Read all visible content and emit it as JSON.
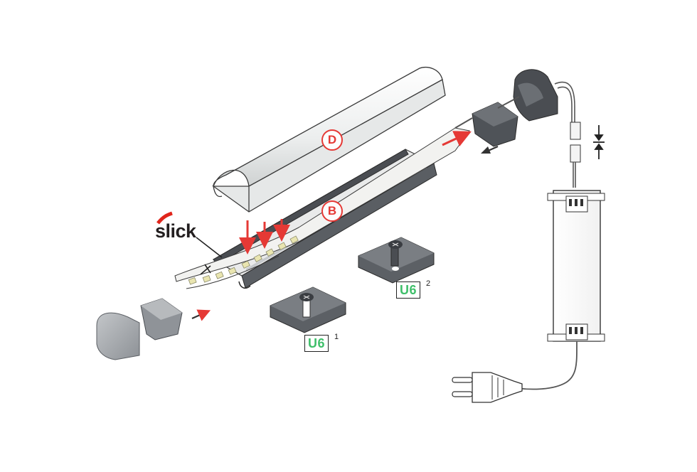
{
  "labels": {
    "diffuser": "D",
    "profile": "B",
    "mount_a": "U6",
    "mount_a_index": "1",
    "mount_b": "U6",
    "mount_b_index": "2"
  },
  "logo": {
    "text": "slick",
    "mark_color": "#e0251b"
  },
  "colors": {
    "arrow_red": "#e53935",
    "profile_dark": "#4a4d52",
    "endcap_gray": "#9ea2a6",
    "mount_label_green": "#3fbf6a"
  }
}
